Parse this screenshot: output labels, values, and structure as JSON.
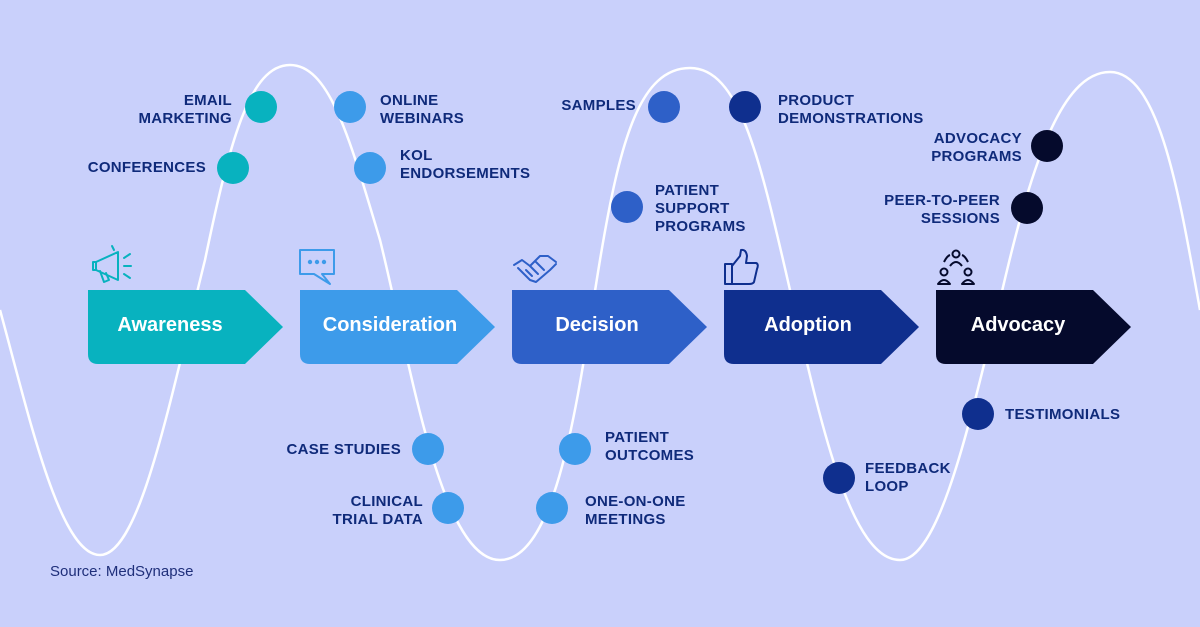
{
  "stages": [
    {
      "name": "Awareness",
      "color": "#08b2bf",
      "icon": "megaphone-icon"
    },
    {
      "name": "Consideration",
      "color": "#3d9bea",
      "icon": "chat-bubble-icon"
    },
    {
      "name": "Decision",
      "color": "#2e60c8",
      "icon": "handshake-icon"
    },
    {
      "name": "Adoption",
      "color": "#0f2f8e",
      "icon": "thumbs-up-icon"
    },
    {
      "name": "Advocacy",
      "color": "#050a2c",
      "icon": "community-icon"
    }
  ],
  "touchpoints": [
    {
      "label": "EMAIL\nMARKETING",
      "color": "#08b2bf"
    },
    {
      "label": "CONFERENCES",
      "color": "#08b2bf"
    },
    {
      "label": "ONLINE\nWEBINARS",
      "color": "#3d9bea"
    },
    {
      "label": "KOL\nENDORSEMENTS",
      "color": "#3d9bea"
    },
    {
      "label": "CASE STUDIES",
      "color": "#3d9bea"
    },
    {
      "label": "CLINICAL\nTRIAL DATA",
      "color": "#3d9bea"
    },
    {
      "label": "SAMPLES",
      "color": "#2e60c8"
    },
    {
      "label": "PATIENT\nSUPPORT\nPROGRAMS",
      "color": "#2e60c8"
    },
    {
      "label": "PATIENT\nOUTCOMES",
      "color": "#3d9bea"
    },
    {
      "label": "ONE-ON-ONE\nMEETINGS",
      "color": "#3d9bea"
    },
    {
      "label": "PRODUCT\nDEMONSTRATIONS",
      "color": "#0f2f8e"
    },
    {
      "label": "FEEDBACK\nLOOP",
      "color": "#0f2f8e"
    },
    {
      "label": "TESTIMONIALS",
      "color": "#0f2f8e"
    },
    {
      "label": "ADVOCACY\nPROGRAMS",
      "color": "#050a2c"
    },
    {
      "label": "PEER-TO-PEER\nSESSIONS",
      "color": "#050a2c"
    }
  ],
  "source": "Source: MedSynapse",
  "colors": {
    "background": "#c9d0fb",
    "wave": "#ffffff",
    "label_text": "#0f2a7a"
  }
}
